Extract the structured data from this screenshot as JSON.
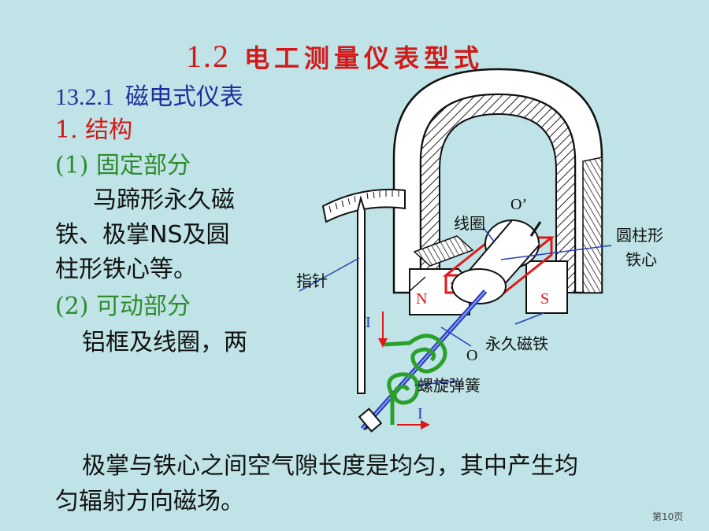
{
  "title": {
    "number": "1.2",
    "text": "电工测量仪表型式"
  },
  "section": {
    "number": "13.2.1",
    "name": "磁电式仪表"
  },
  "structure_heading": "1. 结构",
  "fixed_part": {
    "heading": "(1)  固定部分",
    "lines": [
      "马蹄形永久磁",
      "铁、极掌NS及圆",
      "柱形铁心等。"
    ]
  },
  "movable_part": {
    "heading": "(2)  可动部分",
    "line": "铝框及线圈，两"
  },
  "bottom_text": [
    "极掌与铁心之间空气隙长度是均匀，其中产生均",
    "匀辐射方向磁场。"
  ],
  "page_number": "第10页",
  "diagram_labels": {
    "o_prime": "O’",
    "coil": "线圈",
    "core": [
      "圆柱形",
      "铁心"
    ],
    "pointer": "指针",
    "n_pole": "N",
    "s_pole": "S",
    "current_top": "I",
    "o": "O",
    "magnet": "永久磁铁",
    "spring": "螺旋弹簧",
    "current_bottom": "I"
  },
  "colors": {
    "background": "#bfe3e6",
    "title": "#d11a1a",
    "section": "#1e2e9e",
    "heading_green": "#2e8b2e",
    "spring_green": "#2aa02a",
    "coil_red": "#e01818",
    "shaft_blue": "#2a3fbf"
  }
}
